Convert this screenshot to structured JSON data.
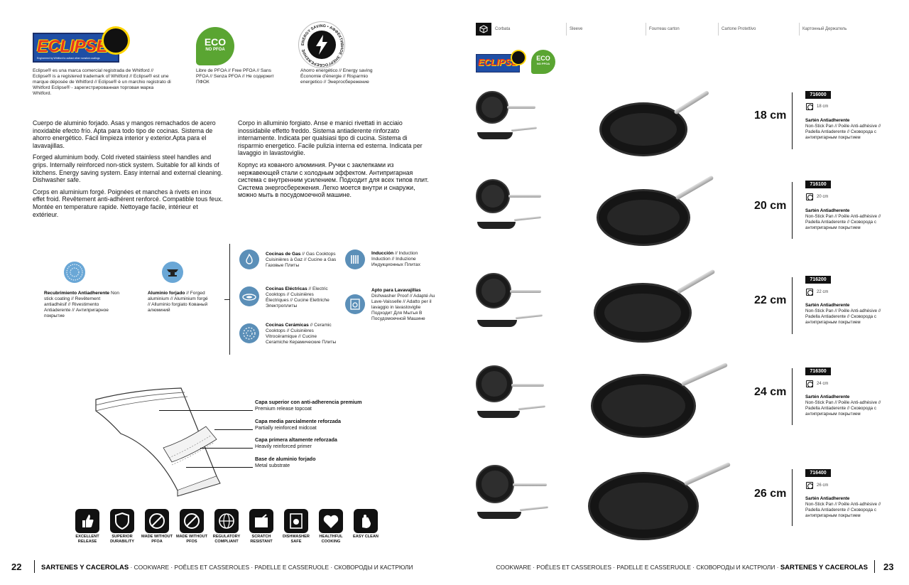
{
  "left_page": {
    "logos": {
      "eclipse_word": "ECLIPSE",
      "eclipse_sub": "Engineered by Whitford to outlast other nonstick coatings",
      "eclipse_caption": "Eclipse® es una marca comercial registrada de Whitford // Eclipse® is a registered trademark of Whitford // Eclipse® est une marque déposée de Whitford // Eclipse® è un marchio registrato di Whitford Eclipse® - зарегистрированная торговая марка Whitford.",
      "eco_main": "ECO",
      "eco_sub": "NO PFOA",
      "eco_caption": "Libre de PFOA // Free PFOA // Sans PFOA // Senza PFOA // Не содержит ПФОК",
      "energy_ring": "ENERGY SAVING • АФФЕКТИВНОЕ ЭНЕРГОСБЕРЕЖЕНИЕ",
      "energy_caption": "Ahorro energético // Energy saving Économie d'énergie // Risparmio energetico // Энергосбережение"
    },
    "desc_col1": [
      "Cuerpo de aluminio forjado. Asas y mangos remachados de acero inoxidable efecto frío. Apta para todo tipo de cocinas. Sistema de ahorro energético. Fácil limpieza interior y exterior.Apta para el lavavajillas.",
      "Forged aluminium body. Cold riveted stainless steel handles and grips. Internally reinforced non-stick system. Suitable for all kinds of kitchens. Energy saving system. Easy internal and external cleaning. Dishwasher safe.",
      "Corps en aluminium forgé. Poignées et manches à rivets en inox effet froid. Revêtement anti-adhérent renforcé. Compatible tous feux. Montée en temperature rapide. Nettoyage facile, intérieur et extérieur."
    ],
    "desc_col2": [
      "Corpo in alluminio forgiato. Anse e manici rivettati in acciaio inossidabile effetto freddo. Sistema antiaderente rinforzato internamente. Indicata per qualsiasi tipo di cucina. Sistema di risparmio energetico. Facile pulizia interna ed esterna. Indicata per lavaggio in lavastoviglie.",
      "Корпус из кованого алюминия. Ручки с заклепками из нержавеющей стали с холодным эффектом. Антипригарная система с внутренним усилением. Подходит для всех типов плит. Система энергосбережения. Легко моется внутри и снаружи, можно мыть в посудомоечной машине."
    ],
    "features_left": [
      {
        "title": "Recubrimiento Antiadherente",
        "text": "Non stick coating // Revêtement antiadhésif // Rivestimento Antiaderente // Антипригарное покрытие"
      },
      {
        "title": "Aluminio forjado",
        "text": "// Forged aluminium // Aluminium forgé // Alluminio forgiato Кованый алюминий"
      }
    ],
    "features_right": [
      {
        "title": "Cocinas de Gas",
        "text": "// Gas Cooktops Cuisinières à Gaz // Cucine a Gas Газовые Плиты"
      },
      {
        "title": "Inducción",
        "text": "// Induction Induction // Induzione Индукционных Плитах"
      },
      {
        "title": "Cocinas Eléctricas",
        "text": "// Electric Cooktops // Cuisinières Électriques // Cucine Elettriche Электроплиты"
      },
      {
        "title": "Apto para Lavavajillas",
        "text": "Dishwasher Proof // Adapté Au Lave-Vaisselle // Adatto per il lavaggio in lavastoviglie Подходит Для Мытья В Посудомоечной Машине"
      },
      {
        "title": "Cocinas Cerámicas",
        "text": "// Ceramic Cooktops // Cuisinières Vitrocéramique // Cucine Ceramiche Керамические Плиты"
      }
    ],
    "layers": [
      {
        "es": "Capa superior con anti-adherencia premium",
        "en": "Premium release topcoat"
      },
      {
        "es": "Capa media parcialmente reforzada",
        "en": "Partially reinforced midcoat"
      },
      {
        "es": "Capa primera altamente reforzada",
        "en": "Heavily reinforced primer"
      },
      {
        "es": "Base de aluminio forjado",
        "en": "Metal substrate"
      }
    ],
    "badges": [
      {
        "icon": "thumbs-up-icon",
        "label": "EXCELLENT RELEASE"
      },
      {
        "icon": "shield-icon",
        "label": "SUPERIOR DURABILITY"
      },
      {
        "icon": "pfoa-icon",
        "label": "MADE WITHOUT PFOA"
      },
      {
        "icon": "pfos-icon",
        "label": "MADE WITHOUT PFOS"
      },
      {
        "icon": "globe-icon",
        "label": "REGULATORY COMPLIANT"
      },
      {
        "icon": "scratch-icon",
        "label": "SCRATCH RESISTANT"
      },
      {
        "icon": "dishwasher-icon",
        "label": "DISHWASHER SAFE"
      },
      {
        "icon": "heart-icon",
        "label": "HEALTHFUL COOKING"
      },
      {
        "icon": "hand-icon",
        "label": "EASY CLEAN"
      }
    ],
    "footer": {
      "page": "22",
      "section": "SARTENES Y CACEROLAS",
      "rest": "· COOKWARE · POÊLES ET CASSEROLES · PADELLE E CASSERUOLE · СКОВОРОДЫ И КАСТРЮЛИ"
    }
  },
  "right_page": {
    "packaging": [
      "Corbata",
      "Sleeve",
      "Fourreau carton",
      "Cartone Protettivo",
      "Картонный Держатель"
    ],
    "products": [
      {
        "size": "18 cm",
        "ref": "716000",
        "diam": "18 cm"
      },
      {
        "size": "20 cm",
        "ref": "716100",
        "diam": "20 cm"
      },
      {
        "size": "22 cm",
        "ref": "716200",
        "diam": "22 cm"
      },
      {
        "size": "24 cm",
        "ref": "716300",
        "diam": "24 cm"
      },
      {
        "size": "26 cm",
        "ref": "716400",
        "diam": "26 cm"
      }
    ],
    "product_title": "Sartén Antiadherente",
    "product_text": "Non-Stick Pan // Poêle Anti-adhésive // Padella Antiaderente // Сковорода с антипригарным покрытием",
    "footer": {
      "page": "23",
      "section": "SARTENES Y CACEROLAS",
      "rest": "COOKWARE · POÊLES ET CASSEROLES · PADELLE E CASSERUOLE · СКОВОРОДЫ И КАСТРЮЛИ ·"
    }
  }
}
